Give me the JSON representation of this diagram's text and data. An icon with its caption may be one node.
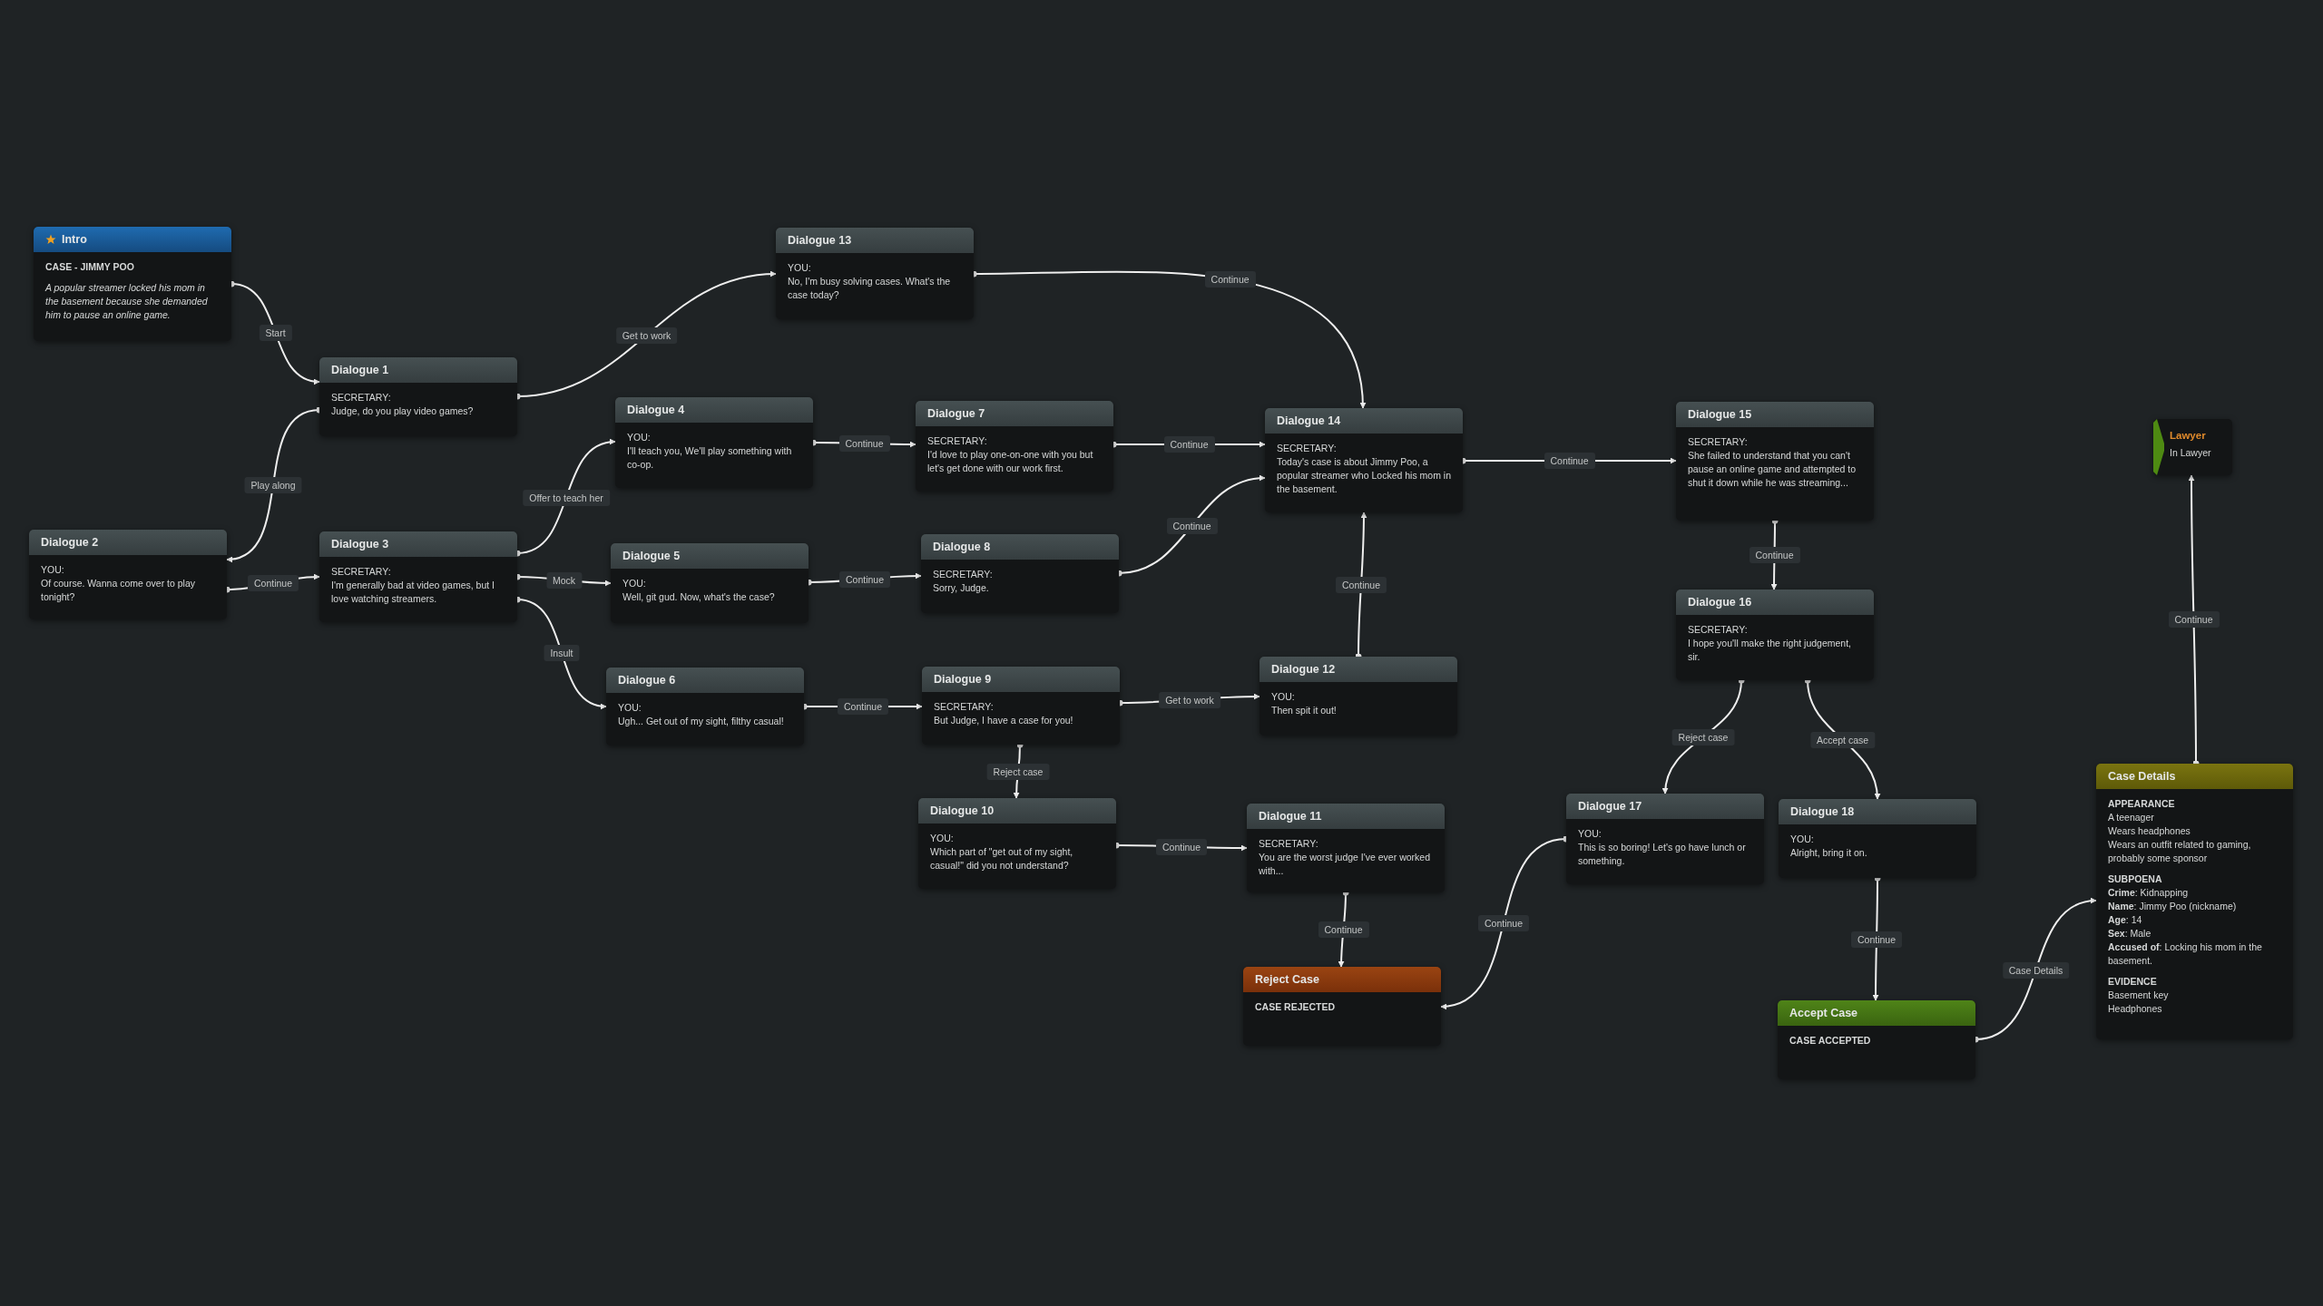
{
  "diagram": {
    "nodes": [
      {
        "text": [
          "Intro",
          "CASE - JIMMY POO",
          "A popular streamer locked his mom in the basement because she demanded him to pause an online game."
        ]
      },
      {
        "text": [
          "Dialogue 1",
          "SECRETARY:",
          "Judge, do you play video games?"
        ]
      },
      {
        "text": [
          "Dialogue 2",
          "YOU:",
          "Of course. Wanna come over to play tonight?"
        ]
      },
      {
        "text": [
          "Dialogue 3",
          "SECRETARY:",
          "I'm generally bad at video games, but I love watching streamers."
        ]
      },
      {
        "text": [
          "Dialogue 13",
          "YOU:",
          "No, I'm busy solving cases. What's the case today?"
        ]
      },
      {
        "text": [
          "Dialogue 4",
          "YOU:",
          "I'll teach you, We'll play something with co-op."
        ]
      },
      {
        "text": [
          "Dialogue 7",
          "SECRETARY:",
          "I'd love to play one-on-one with you but let's get done with our work first."
        ]
      },
      {
        "text": [
          "Dialogue 14",
          "SECRETARY:",
          "Today's case is about Jimmy Poo, a popular streamer who Locked his mom in the basement."
        ]
      },
      {
        "text": [
          "Dialogue 5",
          "YOU:",
          "Well, git gud. Now, what's the case?"
        ]
      },
      {
        "text": [
          "Dialogue 8",
          "SECRETARY:",
          "Sorry, Judge."
        ]
      },
      {
        "text": [
          "Dialogue 6",
          "YOU:",
          "Ugh... Get out of my sight, filthy casual!"
        ]
      },
      {
        "text": [
          "Dialogue 9",
          "SECRETARY:",
          "But Judge, I have a case for you!"
        ]
      },
      {
        "text": [
          "Dialogue 12",
          "YOU:",
          "Then spit it out!"
        ]
      },
      {
        "text": [
          "Dialogue 10",
          "YOU:",
          "Which part of \"get out of my sight, casual!\" did you not understand?"
        ]
      },
      {
        "text": [
          "Dialogue 11",
          "SECRETARY:",
          "You are the worst judge I've ever worked with..."
        ]
      },
      {
        "text": [
          "Reject Case",
          "CASE REJECTED"
        ]
      },
      {
        "text": [
          "Dialogue 15",
          "SECRETARY:",
          "She failed to understand that you can't pause an online game and attempted to shut it down while he was streaming..."
        ]
      },
      {
        "text": [
          "Dialogue 16",
          "SECRETARY:",
          "I hope you'll make the right judgement, sir."
        ]
      },
      {
        "text": [
          "Dialogue 17",
          "YOU:",
          "This is so boring! Let's go have lunch or something."
        ]
      },
      {
        "text": [
          "Dialogue 18",
          "YOU:",
          "Alright, bring it on."
        ]
      },
      {
        "text": [
          "Accept Case",
          "CASE ACCEPTED"
        ]
      },
      {
        "text": [
          "Case Details",
          "APPEARANCE",
          "A teenager",
          "Wears headphones",
          "Wears an outfit related to gaming, probably some sponsor",
          "SUBPOENA",
          "**Crime**: Kidnapping",
          "**Name**: Jimmy Poo (nickname)",
          "**Age**: 14",
          "**Sex**: Male",
          "**Accused of**: Locking his mom in the basement.",
          "EVIDENCE",
          "Basement key",
          "Headphones"
        ]
      },
      {
        "text": [
          "Lawyer",
          "In Lawyer"
        ]
      }
    ],
    "edges": [
      {
        "from": 0,
        "to": 1,
        "arrow": "to",
        "label": "Start"
      },
      {
        "from": 1,
        "to": 4,
        "arrow": "to",
        "label": "Get to work"
      },
      {
        "from": 1,
        "to": 2,
        "arrow": "to",
        "label": "Play along"
      },
      {
        "from": 2,
        "to": 3,
        "arrow": "to",
        "label": "Continue"
      },
      {
        "from": 3,
        "to": 5,
        "arrow": "to",
        "label": "Offer to teach her"
      },
      {
        "from": 3,
        "to": 8,
        "arrow": "to",
        "label": "Mock"
      },
      {
        "from": 3,
        "to": 10,
        "arrow": "to",
        "label": "Insult"
      },
      {
        "from": 4,
        "to": 7,
        "arrow": "to",
        "label": "Continue"
      },
      {
        "from": 5,
        "to": 6,
        "arrow": "to",
        "label": "Continue"
      },
      {
        "from": 6,
        "to": 7,
        "arrow": "to",
        "label": "Continue"
      },
      {
        "from": 8,
        "to": 9,
        "arrow": "to",
        "label": "Continue"
      },
      {
        "from": 9,
        "to": 7,
        "arrow": "to",
        "label": "Continue"
      },
      {
        "from": 10,
        "to": 11,
        "arrow": "to",
        "label": "Continue"
      },
      {
        "from": 11,
        "to": 12,
        "arrow": "to",
        "label": "Get to work"
      },
      {
        "from": 12,
        "to": 7,
        "arrow": "to",
        "label": "Continue"
      },
      {
        "from": 11,
        "to": 13,
        "arrow": "to",
        "label": "Reject case"
      },
      {
        "from": 13,
        "to": 14,
        "arrow": "to",
        "label": "Continue"
      },
      {
        "from": 14,
        "to": 15,
        "arrow": "to",
        "label": "Continue"
      },
      {
        "from": 18,
        "to": 15,
        "arrow": "to",
        "label": "Continue"
      },
      {
        "from": 7,
        "to": 16,
        "arrow": "to",
        "label": "Continue"
      },
      {
        "from": 16,
        "to": 17,
        "arrow": "to",
        "label": "Continue"
      },
      {
        "from": 17,
        "to": 18,
        "arrow": "to",
        "label": "Reject case"
      },
      {
        "from": 17,
        "to": 19,
        "arrow": "to",
        "label": "Accept case"
      },
      {
        "from": 19,
        "to": 20,
        "arrow": "to",
        "label": "Continue"
      },
      {
        "from": 20,
        "to": 21,
        "arrow": "to",
        "label": "Case Details"
      },
      {
        "from": 21,
        "to": 22,
        "arrow": "to",
        "label": "Continue"
      }
    ]
  }
}
